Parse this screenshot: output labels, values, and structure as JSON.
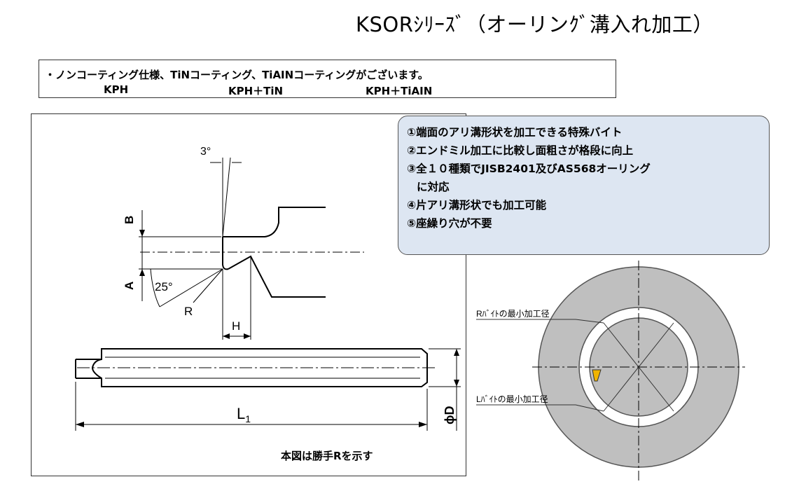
{
  "header": {
    "title": "KSORｼﾘｰｽﾞ（オーリンｸﾞ溝入れ加工）"
  },
  "coating_notice": {
    "text": "・ノンコーティング仕様、TiNコーティング、TiAINコーティングがございます。",
    "items": [
      "KPH",
      "KPH＋TiN",
      "KPH＋TiAIN"
    ]
  },
  "features": [
    "①端面のアリ溝形状を加工できる特殊バイト",
    "②エンドミル加工に比較し面粗さが格段に向上",
    "③全１０種類でJISB2401及びAS568オーリング",
    "に対応",
    "④片アリ溝形状でも加工可能",
    "⑤座繰り穴が不要"
  ],
  "tool_drawing": {
    "angle_top": "3°",
    "angle_side": "25°",
    "label_b": "B",
    "label_a": "A",
    "label_r": "R",
    "label_h": "H",
    "label_l1": "L",
    "label_l1_sub": "1",
    "label_d": "ϕD",
    "caption": "本図は勝手Rを示す"
  },
  "workpiece_diagram": {
    "label_r_min": "Rﾊﾞｲﾄの最小加工径",
    "label_l_min": "Lﾊﾞｲﾄの最小加工径"
  },
  "colors": {
    "feature_box_bg": "#dde6f2",
    "ring_gray": "#bfbfbf",
    "tool_insert": "#f0b400"
  }
}
